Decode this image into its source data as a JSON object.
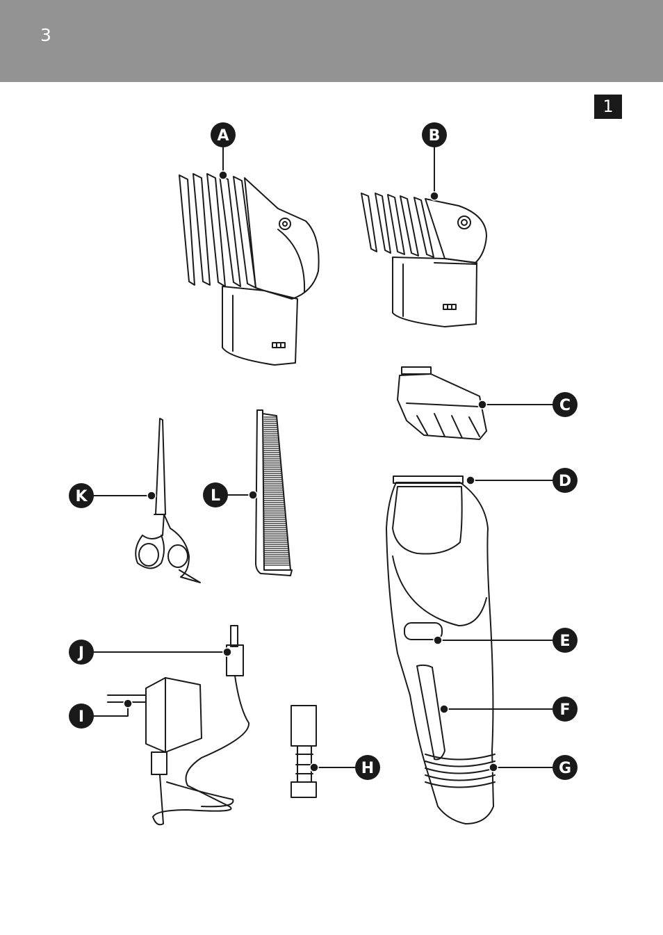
{
  "header": {
    "page_number": "3"
  },
  "figure": {
    "number": "1"
  },
  "callouts": [
    {
      "letter": "A"
    },
    {
      "letter": "B"
    },
    {
      "letter": "C"
    },
    {
      "letter": "D"
    },
    {
      "letter": "E"
    },
    {
      "letter": "F"
    },
    {
      "letter": "G"
    },
    {
      "letter": "H"
    },
    {
      "letter": "I"
    },
    {
      "letter": "J"
    },
    {
      "letter": "K"
    },
    {
      "letter": "L"
    }
  ],
  "colors": {
    "header": "#939393",
    "ink": "#1a1a1a",
    "background": "#ffffff"
  }
}
